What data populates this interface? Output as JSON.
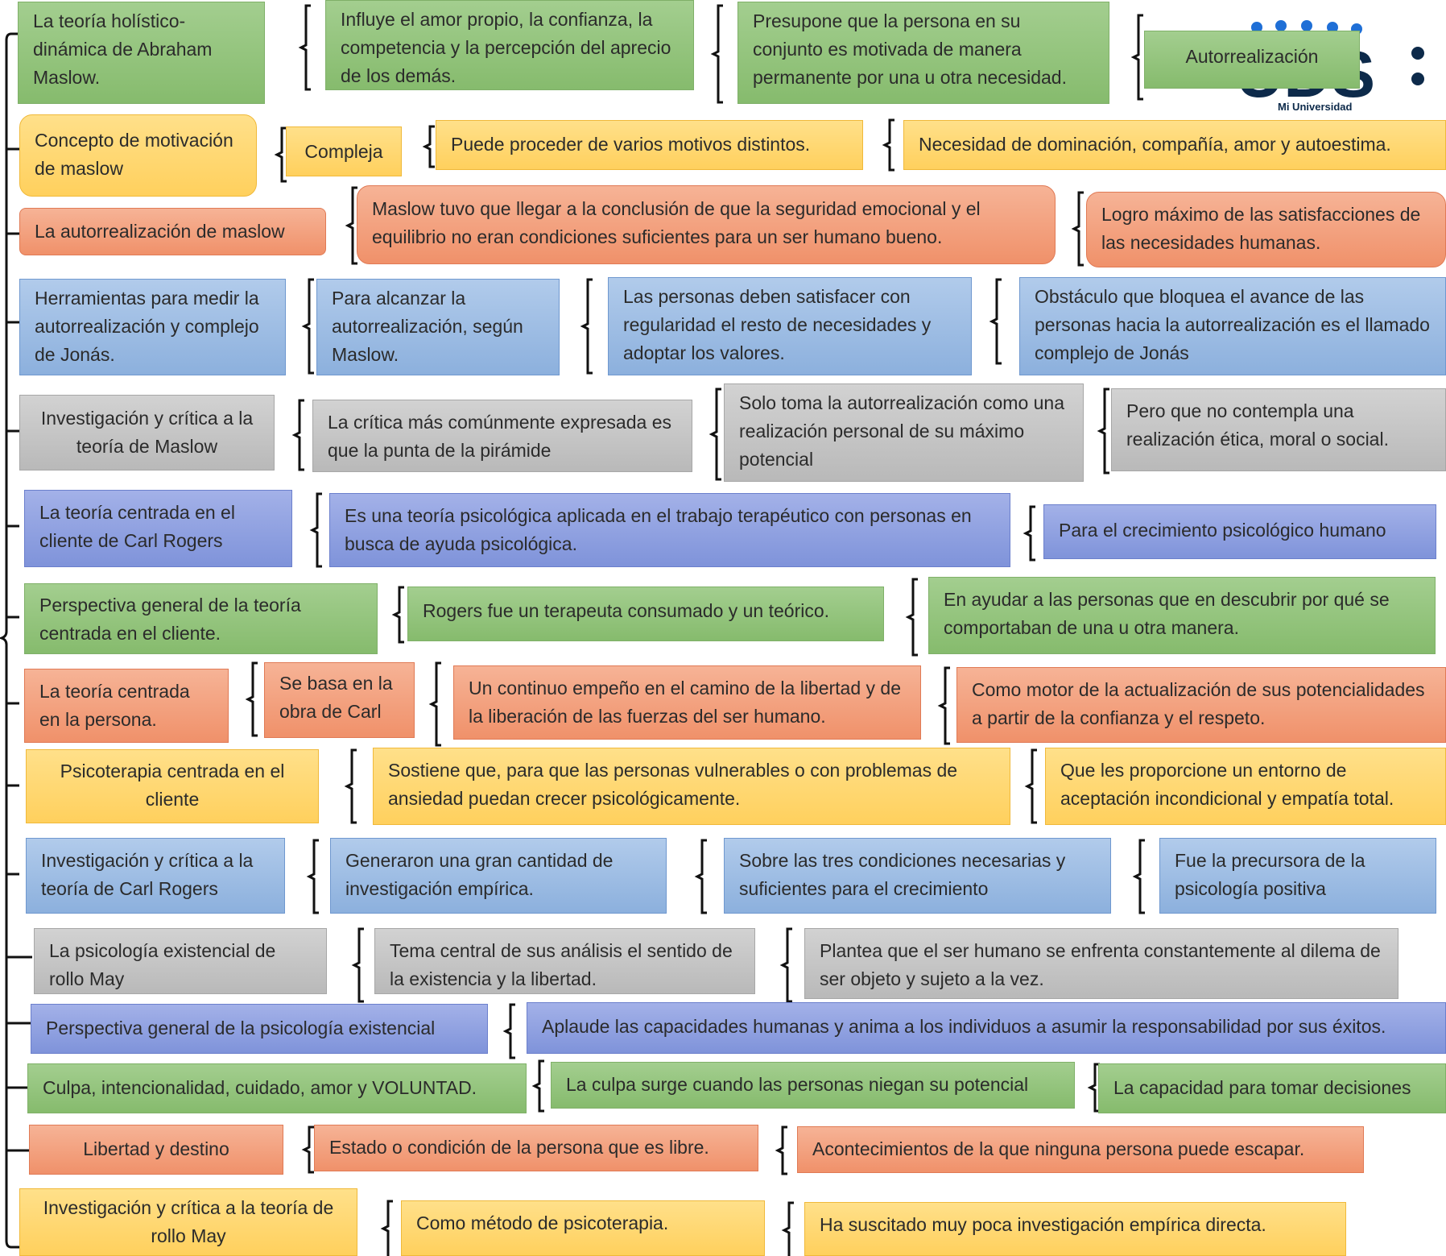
{
  "logo": {
    "text": "UDS",
    "subtext": "Mi Universidad",
    "color": "#0d2a4a",
    "dot_color": "#1f6fd6"
  },
  "rows": [
    {
      "boxes": [
        "La  teoría holístico-dinámica de Abraham Maslow.",
        "Influye el amor propio, la confianza, la competencia y la percepción del aprecio de los demás.",
        "Presupone  que la persona en su conjunto es motivada de manera permanente por una u otra necesidad.",
        "Autorrealización"
      ]
    },
    {
      "boxes": [
        "Concepto  de motivación de maslow",
        "Compleja",
        "Puede  proceder de varios motivos distintos.",
        "Necesidad  de dominación, compañía, amor y autoestima."
      ]
    },
    {
      "boxes": [
        "La  autorrealización de maslow",
        "Maslow tuvo que llegar a la conclusión de que la seguridad emocional y el equilibrio no eran condiciones suficientes para un ser humano bueno.",
        "Logro  máximo de las satisfacciones de las necesidades humanas."
      ]
    },
    {
      "boxes": [
        "Herramientas  para medir la autorrealización y complejo de Jonás.",
        "Para alcanzar la autorrealización, según Maslow.",
        "Las  personas deben satisfacer con regularidad el resto de necesidades y adoptar los valores.",
        "Obstáculo  que bloquea el avance de las personas hacia la autorrealización es  el llamado complejo de Jonás"
      ]
    },
    {
      "boxes": [
        "Investigación  y crítica a la teoría de Maslow",
        "La  crítica más comúnmente expresada es que la punta de la pirámide",
        "Solo  toma la autorrealización como una realización personal de su máximo potencial",
        "Pero  que no contempla una realización ética, moral o social."
      ]
    },
    {
      "boxes": [
        "La  teoría centrada en el cliente de Carl Rogers",
        "Es una teoría psicológica aplicada en el trabajo terapéutico con personas en busca de ayuda psicológica.",
        "Para  el crecimiento psicológico humano"
      ]
    },
    {
      "boxes": [
        "Perspectiva  general de la teoría centrada en el cliente.",
        "Rogers fue un terapeuta consumado y un teórico.",
        "En  ayudar a las personas que en descubrir por qué se comportaban de una u otra manera."
      ]
    },
    {
      "boxes": [
        "La  teoría centrada en la persona.",
        "Se basa en la obra de Carl",
        "Un  continuo empeño en el camino de la libertad y de la liberación de las fuerzas del ser humano.",
        "Como  motor de la actualización de sus potencialidades a partir de la confianza y el respeto."
      ]
    },
    {
      "boxes": [
        "Psicoterapia  centrada en el cliente",
        "Sostiene  que, para que las personas vulnerables o con problemas de ansiedad puedan crecer psicológicamente.",
        "Que  les proporcione un entorno de aceptación incondicional y empatía total."
      ]
    },
    {
      "boxes": [
        "Investigación  y crítica a la teoría de Carl Rogers",
        "Generaron  una gran cantidad de investigación empírica.",
        "Sobre  las tres condiciones necesarias y suficientes para el crecimiento",
        "Fue  la precursora de la psicología positiva"
      ]
    },
    {
      "boxes": [
        "La  psicología existencial de rollo May",
        "Tema  central de sus análisis el sentido de la existencia y la libertad.",
        "Plantea que el ser humano se enfrenta constantemente al dilema de ser objeto y sujeto a la vez."
      ]
    },
    {
      "boxes": [
        "Perspectiva  general de la psicología existencial",
        "Aplaude  las capacidades humanas y anima a los individuos a asumir la responsabilidad por sus éxitos."
      ]
    },
    {
      "boxes": [
        "Culpa, intencionalidad, cuidado, amor y VOLUNTAD.",
        "La culpa surge cuando las personas niegan su potencial",
        "La capacidad para tomar decisiones"
      ]
    },
    {
      "boxes": [
        "Libertad  y destino",
        "Estado o condición de la persona que es libre.",
        "Acontecimientos  de la que ninguna persona puede escapar."
      ]
    },
    {
      "boxes": [
        "Investigación  y crítica a la teoría de rollo May",
        "Como  método de psicoterapia.",
        "Ha  suscitado muy poca investigación empírica directa."
      ]
    }
  ]
}
